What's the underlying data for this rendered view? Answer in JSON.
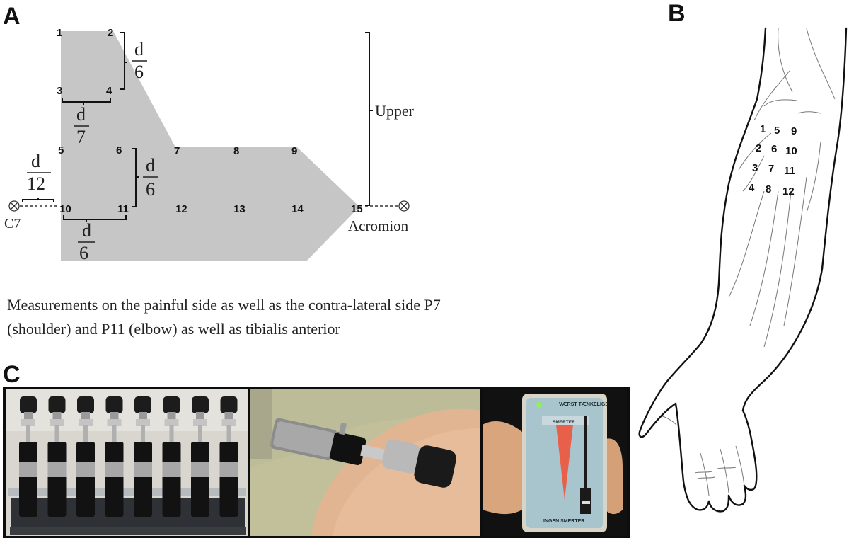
{
  "panels": {
    "a": "A",
    "b": "B",
    "c": "C"
  },
  "diagram_a": {
    "points": [
      "1",
      "2",
      "3",
      "4",
      "5",
      "6",
      "7",
      "8",
      "9",
      "10",
      "11",
      "12",
      "13",
      "14",
      "15"
    ],
    "fractions": [
      {
        "num": "d",
        "den": "6"
      },
      {
        "num": "d",
        "den": "7"
      },
      {
        "num": "d",
        "den": "12"
      },
      {
        "num": "d",
        "den": "6"
      },
      {
        "num": "d",
        "den": "6"
      }
    ],
    "upper_label": "Upper",
    "c7_label": "C7",
    "acromion_label": "Acromion"
  },
  "caption": {
    "line1": "Measurements on the painful side as well as the contra-lateral side P7",
    "line2": " (shoulder)  and P11 (elbow) as well as tibialis anterior"
  },
  "forearm_points": [
    "1",
    "5",
    "9",
    "2",
    "6",
    "10",
    "3",
    "7",
    "11",
    "4",
    "8",
    "12"
  ],
  "device": {
    "top_label": "VÆRST TÆNKELIGE",
    "sub_label": "SMERTER",
    "bottom_label": "INGEN SMERTER"
  },
  "algometer_labels": [
    "",
    "",
    "",
    "",
    "",
    "",
    "",
    ""
  ],
  "colors": {
    "shape_gray": "#c6c6c6",
    "device_body": "#a8c4cc",
    "red_wedge": "#e8604a",
    "skin": "#e2b592",
    "photo_bg_left": "#d8d6cf"
  }
}
